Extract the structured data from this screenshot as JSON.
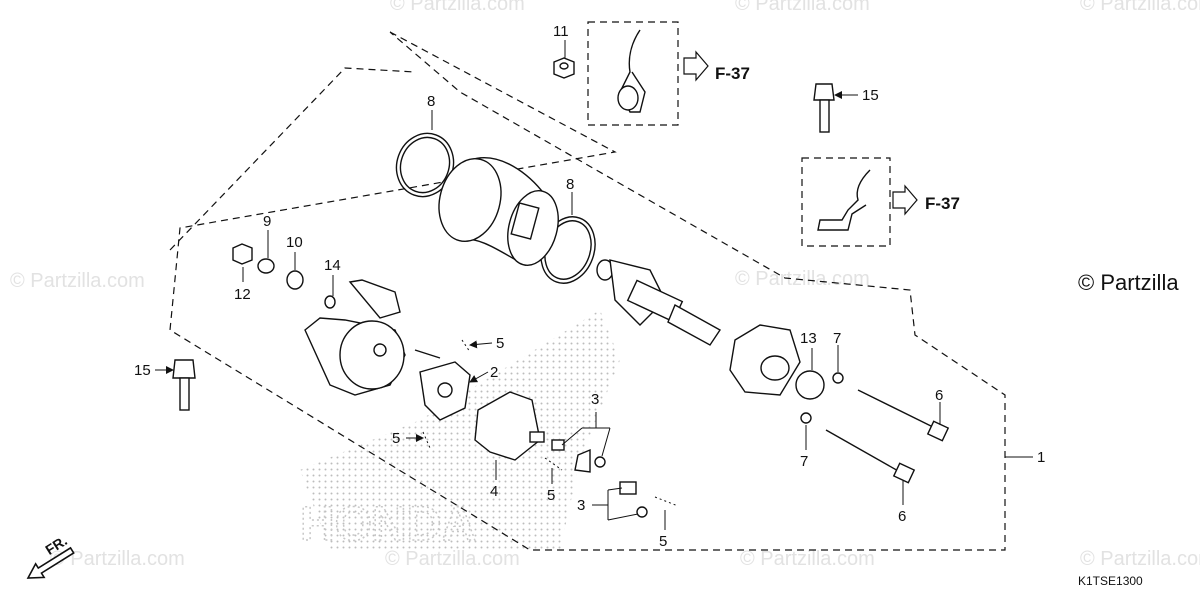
{
  "watermark": "© Partzilla.com",
  "copyright": "© Partzilla",
  "diagram_code": "K1TSE1300",
  "front_label": "FR.",
  "references": [
    "F-37",
    "F-37"
  ],
  "callouts": [
    "1",
    "2",
    "3",
    "3",
    "4",
    "5",
    "5",
    "5",
    "5",
    "6",
    "6",
    "7",
    "7",
    "8",
    "8",
    "9",
    "10",
    "11",
    "12",
    "13",
    "14",
    "15",
    "15"
  ],
  "brand_mark": "HONDA"
}
